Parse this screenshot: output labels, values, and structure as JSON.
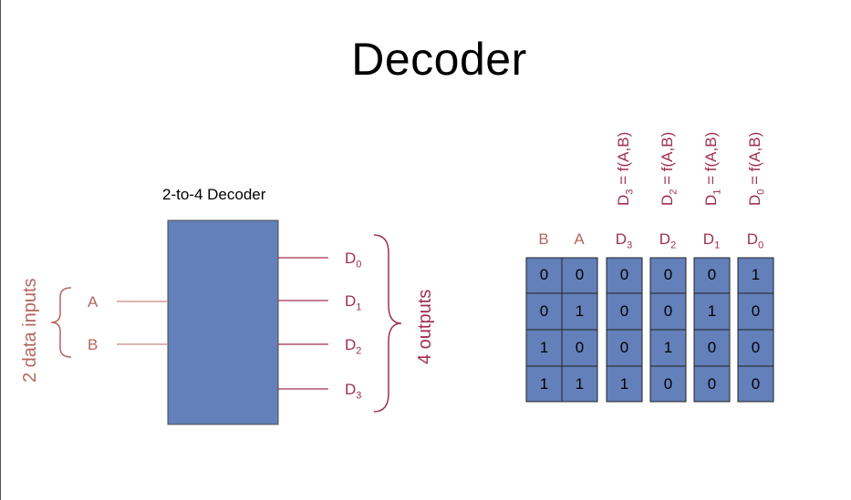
{
  "title": "Decoder",
  "block": {
    "label": "2-to-4 Decoder",
    "fill": "#6380ba",
    "inputs": [
      "A",
      "B"
    ],
    "outputs": [
      {
        "name": "D",
        "sub": "0"
      },
      {
        "name": "D",
        "sub": "1"
      },
      {
        "name": "D",
        "sub": "2"
      },
      {
        "name": "D",
        "sub": "3"
      }
    ],
    "inputs_label": "2 data inputs",
    "outputs_label": "4 outputs"
  },
  "truth_table": {
    "inputs": [
      "B",
      "A"
    ],
    "outputs": [
      {
        "name": "D",
        "sub": "3",
        "formula": "= f(A,B)"
      },
      {
        "name": "D",
        "sub": "2",
        "formula": "= f(A,B)"
      },
      {
        "name": "D",
        "sub": "1",
        "formula": "= f(A,B)"
      },
      {
        "name": "D",
        "sub": "0",
        "formula": "= f(A,B)"
      }
    ],
    "rows": [
      [
        "0",
        "0",
        "0",
        "0",
        "0",
        "1"
      ],
      [
        "0",
        "1",
        "0",
        "0",
        "1",
        "0"
      ],
      [
        "1",
        "0",
        "0",
        "1",
        "0",
        "0"
      ],
      [
        "1",
        "1",
        "1",
        "0",
        "0",
        "0"
      ]
    ]
  },
  "colors": {
    "accent": "#a0304e",
    "input_color": "#b3675f",
    "line_color": "#c88a84",
    "cell_fill": "#6380ba"
  }
}
